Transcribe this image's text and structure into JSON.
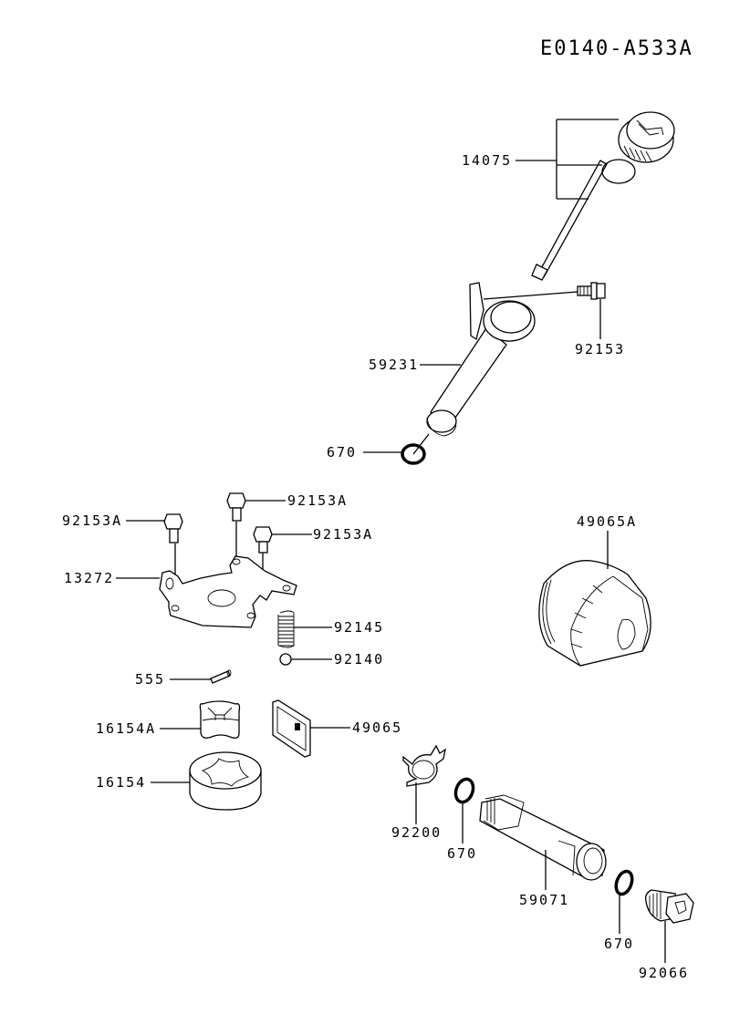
{
  "diagram": {
    "title": "E0140-A533A",
    "parts": [
      {
        "id": "p14075",
        "label": "14075",
        "description": "oil dipstick with cap and o-ring"
      },
      {
        "id": "p92153",
        "label": "92153",
        "description": "bolt for filler tube"
      },
      {
        "id": "p59231",
        "label": "59231",
        "description": "oil filler tube"
      },
      {
        "id": "p670a",
        "label": "670",
        "description": "o-ring under filler tube"
      },
      {
        "id": "p92153A_1",
        "label": "92153A",
        "description": "bolt left"
      },
      {
        "id": "p92153A_2",
        "label": "92153A",
        "description": "bolt top"
      },
      {
        "id": "p92153A_3",
        "label": "92153A",
        "description": "bolt right"
      },
      {
        "id": "p13272",
        "label": "13272",
        "description": "plate"
      },
      {
        "id": "p92145",
        "label": "92145",
        "description": "spring"
      },
      {
        "id": "p92140",
        "label": "92140",
        "description": "ball"
      },
      {
        "id": "p555",
        "label": "555",
        "description": "pin"
      },
      {
        "id": "p16154A",
        "label": "16154A",
        "description": "inner rotor"
      },
      {
        "id": "p49065",
        "label": "49065",
        "description": "oil filter element"
      },
      {
        "id": "p16154",
        "label": "16154",
        "description": "outer rotor"
      },
      {
        "id": "p49065A",
        "label": "49065A",
        "description": "oil filter cartridge"
      },
      {
        "id": "p92200",
        "label": "92200",
        "description": "washer"
      },
      {
        "id": "p670b",
        "label": "670",
        "description": "o-ring"
      },
      {
        "id": "p59071",
        "label": "59071",
        "description": "oil strainer fitting"
      },
      {
        "id": "p670c",
        "label": "670",
        "description": "o-ring"
      },
      {
        "id": "p92066",
        "label": "92066",
        "description": "drain plug"
      }
    ]
  }
}
